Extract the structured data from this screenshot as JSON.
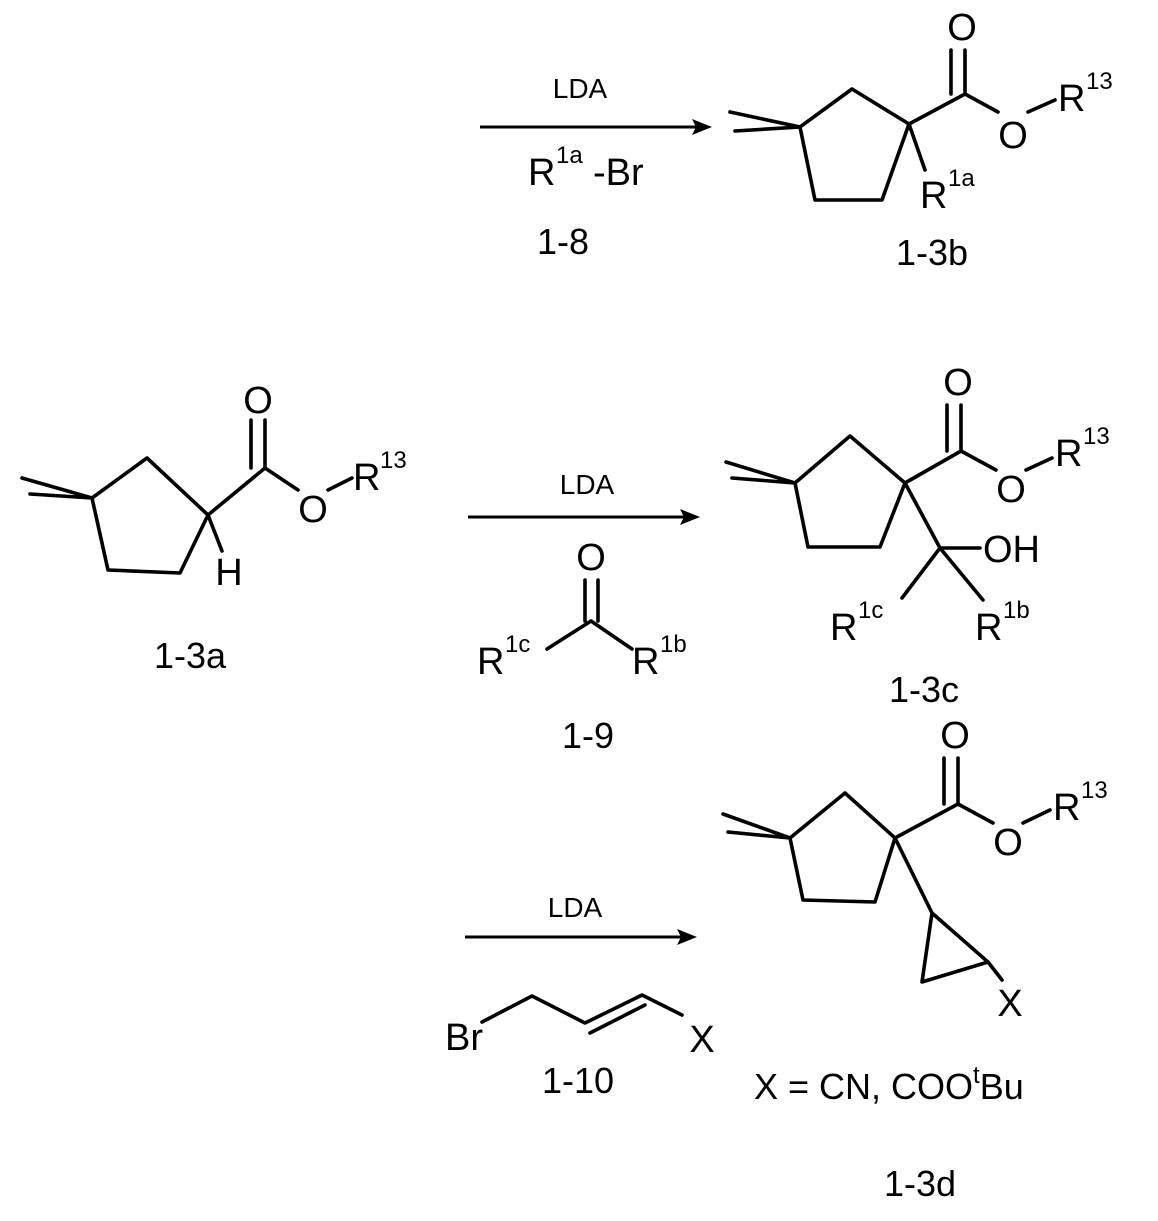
{
  "compounds": {
    "c_1_3a": {
      "label": "1-3a",
      "ester_oxygen": "O",
      "ester_r": "R",
      "ester_r_sup": "13",
      "h_atom": "H",
      "carbonyl_o": "O"
    },
    "c_1_3b": {
      "label": "1-3b",
      "carbonyl_o": "O",
      "ester_oxygen": "O",
      "ester_r": "R",
      "ester_r_sup": "13",
      "sub_r": "R",
      "sub_r_sup": "1a"
    },
    "c_1_3c": {
      "label": "1-3c",
      "carbonyl_o": "O",
      "ester_oxygen": "O",
      "ester_r": "R",
      "ester_r_sup": "13",
      "oh": "OH",
      "r1c": "R",
      "r1c_sup": "1c",
      "r1b": "R",
      "r1b_sup": "1b"
    },
    "c_1_3d": {
      "label": "1-3d",
      "carbonyl_o": "O",
      "ester_oxygen": "O",
      "ester_r": "R",
      "ester_r_sup": "13",
      "x_atom": "X",
      "note_prefix": "X = CN, COO",
      "note_sup": "t",
      "note_suffix": "Bu"
    }
  },
  "reactions": {
    "r1": {
      "reagent": "LDA",
      "alkylating_agent": "R",
      "alkylating_agent_sup": "1a",
      "alkylating_agent_suffix": "-Br",
      "agent_label": "1-8"
    },
    "r2": {
      "reagent": "LDA",
      "ketone_o": "O",
      "ketone_r1": "R",
      "ketone_r1_sup": "1c",
      "ketone_r2": "R",
      "ketone_r2_sup": "1b",
      "agent_label": "1-9"
    },
    "r3": {
      "reagent": "LDA",
      "br_atom": "Br",
      "x_atom": "X",
      "agent_label": "1-10"
    }
  }
}
